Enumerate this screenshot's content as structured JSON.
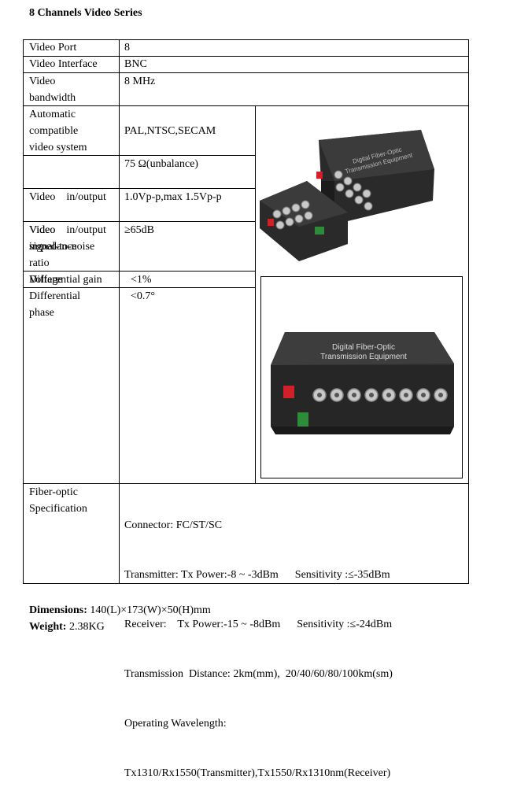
{
  "title": "8 Channels Video Series",
  "rows": [
    {
      "label": "Video Port",
      "value": "8"
    },
    {
      "label": "Video Interface",
      "value": "BNC"
    },
    {
      "label_lines": [
        "Video",
        "bandwidth"
      ],
      "value": "8 MHz"
    },
    {
      "label_lines": [
        "Automatic",
        "compatible",
        "video system"
      ],
      "value": "PAL,NTSC,SECAM"
    },
    {
      "label_lines": [
        "Video    in/output",
        "impedance"
      ],
      "value": "75 Ω(unbalance)"
    },
    {
      "label_lines": [
        "Video    in/output",
        "Voltage"
      ],
      "value": "1.0Vp-p,max 1.5Vp-p"
    },
    {
      "label_lines": [
        "Video",
        "signal-to-noise",
        "ratio"
      ],
      "value": "≥65dB"
    },
    {
      "label": "Differential gain",
      "value": "<1%"
    },
    {
      "label_lines": [
        "Differential",
        "phase"
      ],
      "value": "<0.7°"
    }
  ],
  "fiber": {
    "label_lines": [
      "Fiber-optic",
      "Specification"
    ],
    "lines": [
      "Connector: FC/ST/SC",
      "Transmitter: Tx Power:-8 ~ -3dBm      Sensitivity :≤-35dBm",
      "Receiver:    Tx Power:-15 ~ -8dBm      Sensitivity :≤-24dBm",
      "Transmission  Distance: 2km(mm),  20/40/60/80/100km(sm)",
      "Operating Wavelength:",
      "Tx1310/Rx1550(Transmitter),Tx1550/Rx1310nm(Receiver)"
    ]
  },
  "footer": {
    "dimensions_label": "Dimensions:",
    "dimensions_value": " 140(L)×173(W)×50(H)mm",
    "weight_label": "Weight:",
    "weight_value": " 2.38KG"
  },
  "product_image_1": {
    "panel_text_line1": "Digital Fiber-Optic",
    "panel_text_line2": "Transmission Equipment"
  },
  "product_image_2": {
    "panel_text_line1": "Digital Fiber-Optic",
    "panel_text_line2": "Transmission Equipment"
  },
  "colors": {
    "border": "#000000",
    "device": "#2a2a2a",
    "connector": "#c8c8c8",
    "red": "#d0202a",
    "green": "#2e8b3a"
  }
}
